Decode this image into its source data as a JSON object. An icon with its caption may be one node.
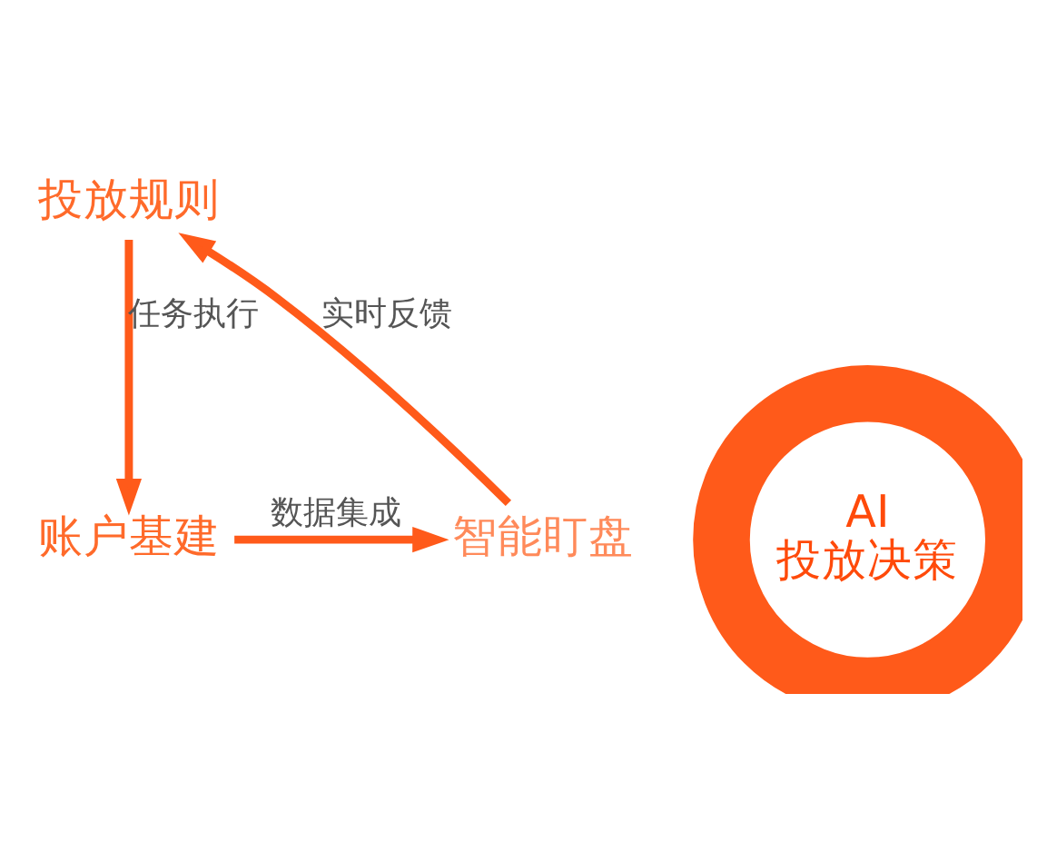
{
  "diagram": {
    "nodes": [
      {
        "text": [
          "投放规则"
        ]
      },
      {
        "text": [
          "AI 投放决策"
        ]
      },
      {
        "text": [
          "账户基建"
        ]
      },
      {
        "text": [
          "智能盯盘"
        ]
      }
    ],
    "edges": [
      {
        "from": 0,
        "to": 2,
        "arrow": "to",
        "label": "任务执行"
      },
      {
        "from": 2,
        "to": 3,
        "arrow": "to",
        "label": "数据集成"
      },
      {
        "from": 3,
        "to": 0,
        "arrow": "to",
        "label": "实时反馈"
      }
    ]
  }
}
